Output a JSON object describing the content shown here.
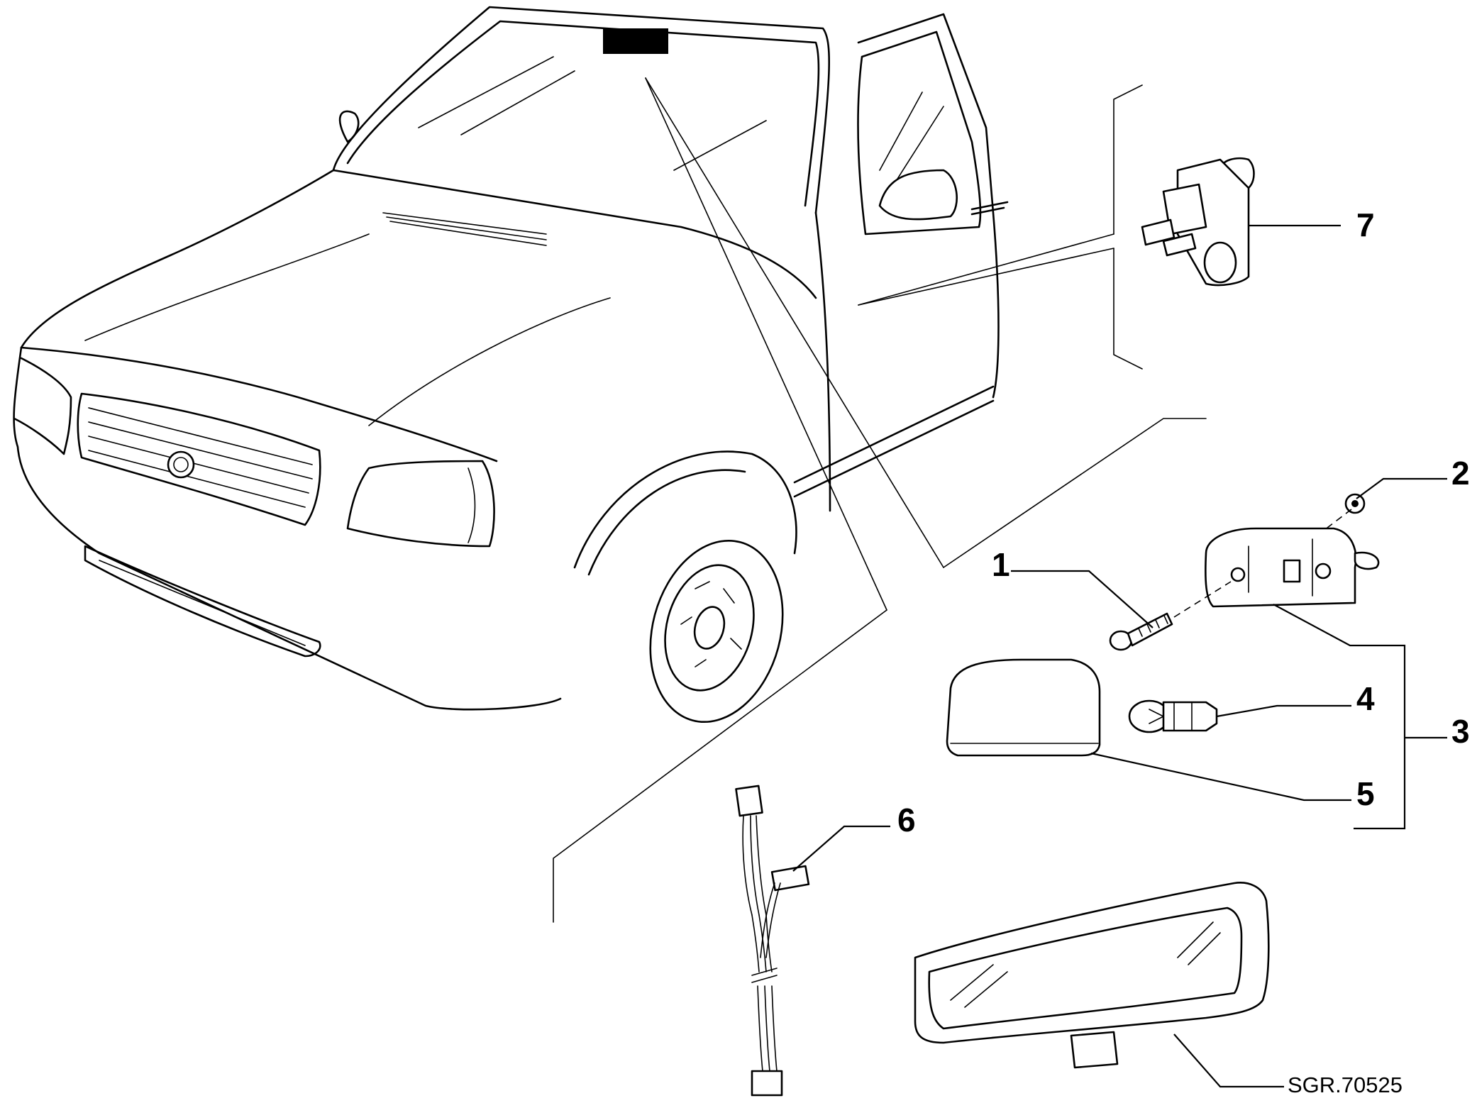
{
  "callouts": {
    "c1": "1",
    "c2": "2",
    "c3": "3",
    "c4": "4",
    "c5": "5",
    "c6": "6",
    "c7": "7"
  },
  "drawing_ref": "SGR.70525",
  "icons": {
    "vehicle": "car-outline-icon",
    "switch": "door-switch-icon",
    "lamp": "courtesy-lamp-icon",
    "mirror": "rear-view-mirror-icon",
    "harness": "wiring-harness-icon"
  }
}
